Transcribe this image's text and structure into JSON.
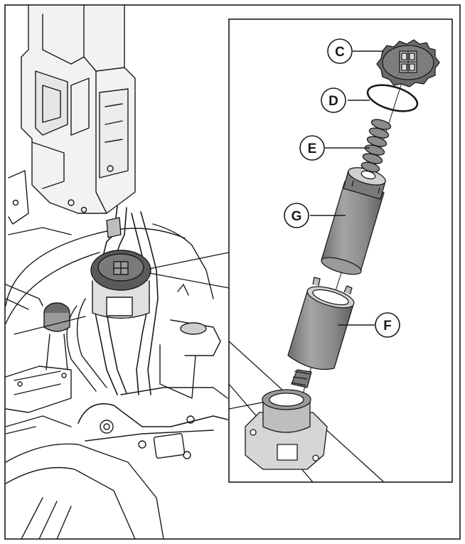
{
  "figure": {
    "callouts": [
      {
        "id": "c",
        "letter": "C"
      },
      {
        "id": "d",
        "letter": "D"
      },
      {
        "id": "e",
        "letter": "E"
      },
      {
        "id": "g",
        "letter": "G"
      },
      {
        "id": "f",
        "letter": "F"
      }
    ],
    "colors": {
      "line": "#1a1a1a",
      "shade": "#8c8c8c",
      "shade_dark": "#5a5a5a",
      "shade_light": "#c8c8c8",
      "paper": "#ffffff"
    }
  }
}
